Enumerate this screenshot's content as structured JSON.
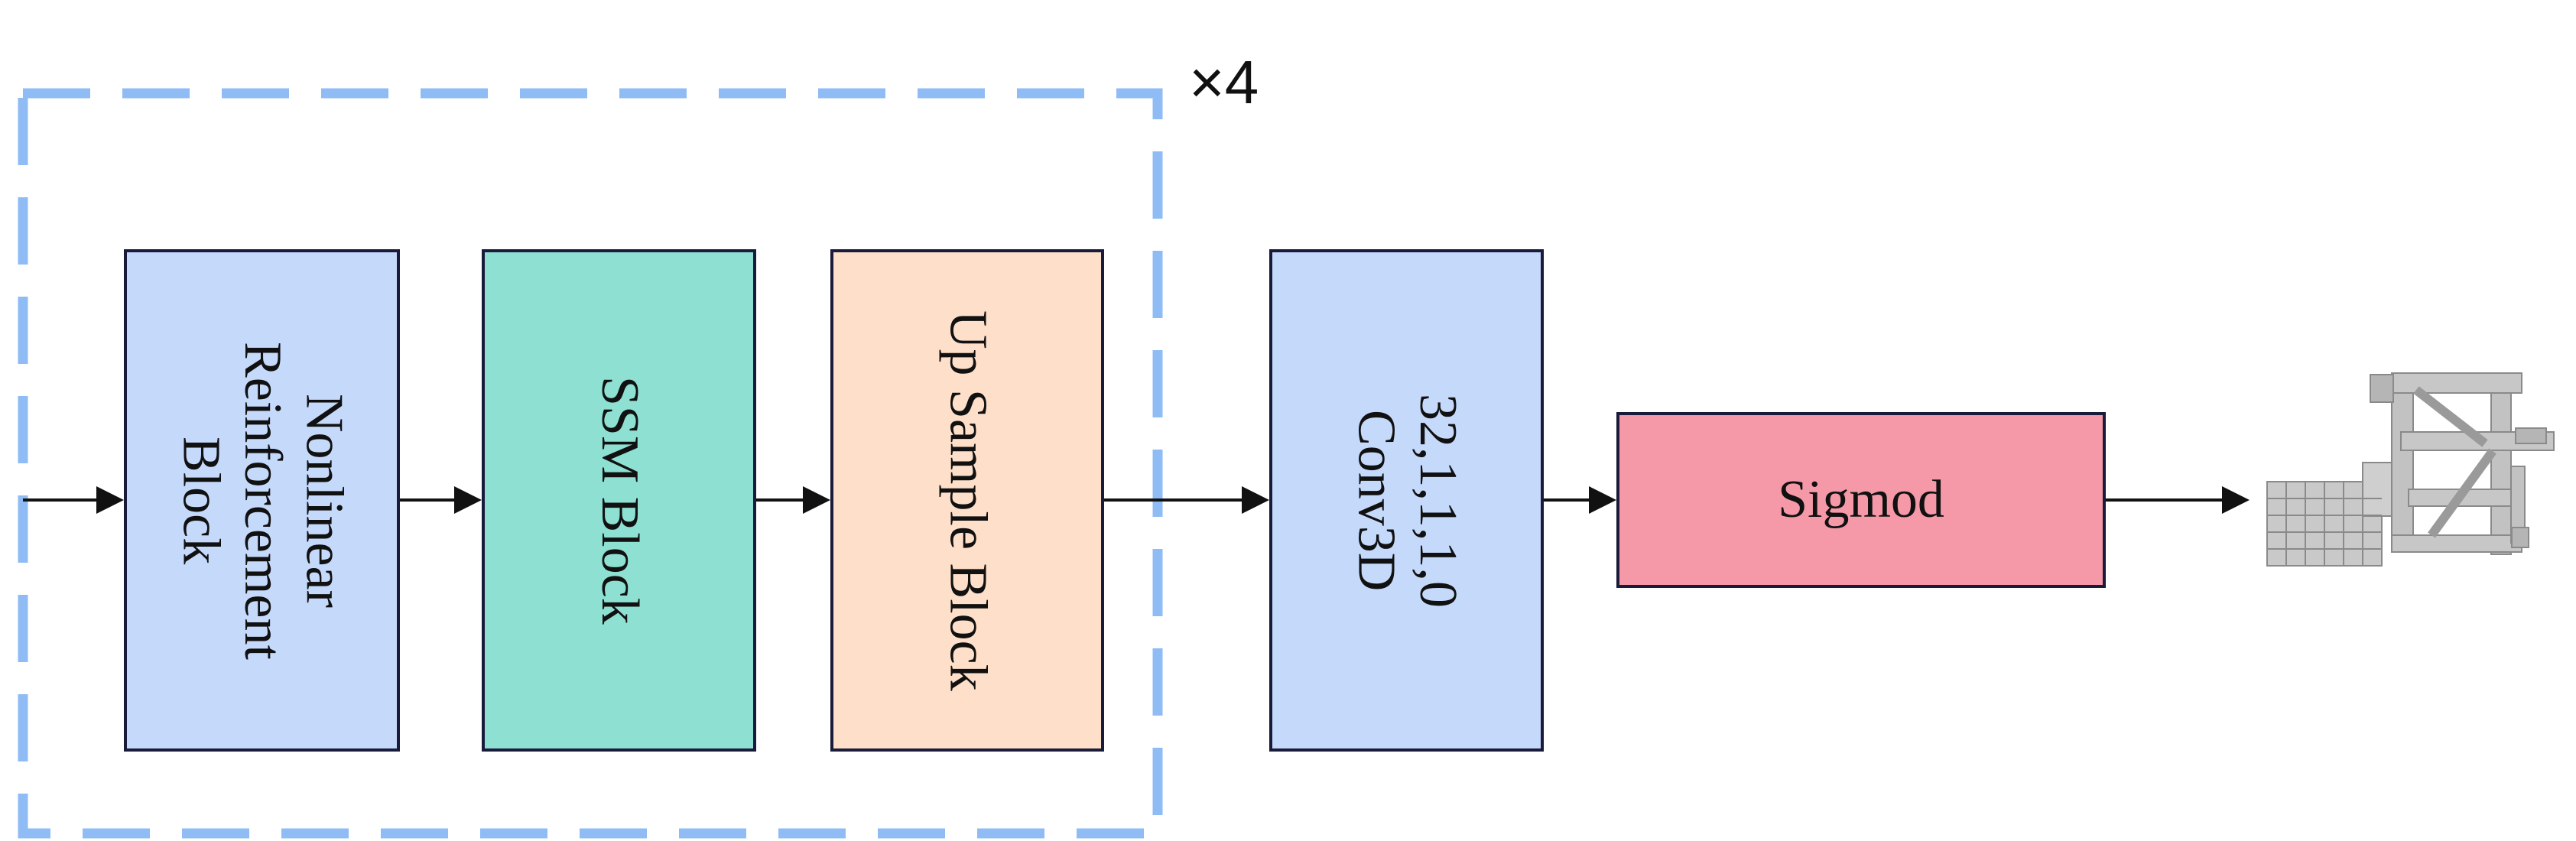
{
  "repeat_label": "×4",
  "blocks": {
    "nonlinear": "Nonlinear\nReinforcement\nBlock",
    "ssm": "SSM Block",
    "upsample": "Up Sample Block",
    "conv": "32,1,1,1,0\nConv3D",
    "sigmoid": "Sigmod"
  },
  "colors": {
    "dashed_frame": "#8fbcf5",
    "nonlinear": "#c5d9fb",
    "ssm": "#8ee0d3",
    "upsample": "#fddfca",
    "conv": "#c5d9fb",
    "sigmoid": "#f599a9",
    "border": "#1a1a3a"
  },
  "output_icon": "voxel-3d-structure-icon"
}
